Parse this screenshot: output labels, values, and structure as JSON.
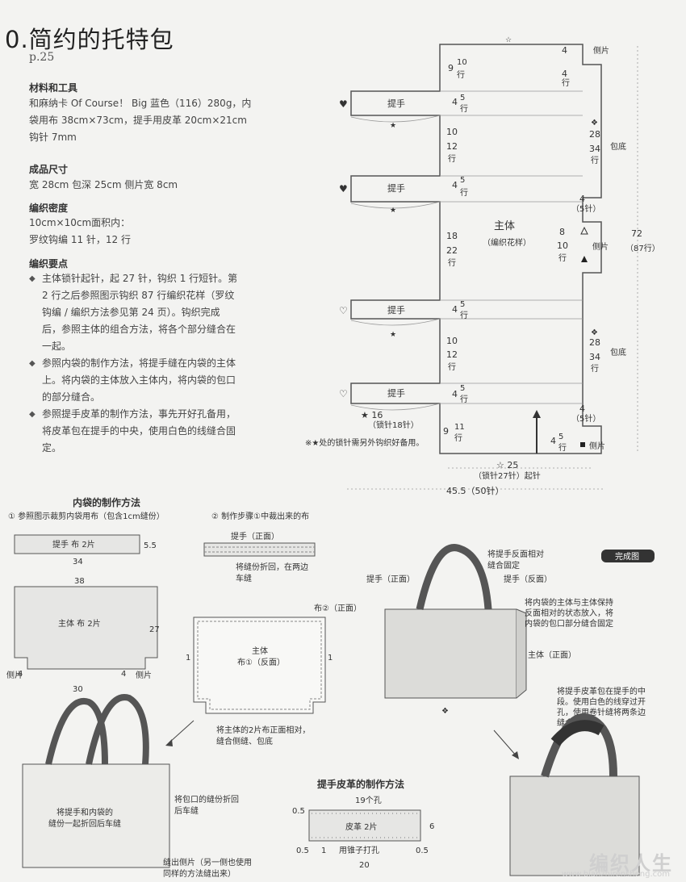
{
  "header": {
    "title": "0.简约的托特包",
    "page_ref": "p.25"
  },
  "materials": {
    "heading": "材料和工具",
    "lines": [
      "和麻纳卡 Of Course！ Big 蓝色（116）280g，内",
      "袋用布 38cm×73cm，提手用皮革 20cm×21cm",
      "钩针 7mm"
    ]
  },
  "size": {
    "heading": "成品尺寸",
    "text": "宽 28cm  包深 25cm  侧片宽 8cm"
  },
  "gauge": {
    "heading": "编织密度",
    "lines": [
      "10cm×10cm面积内：",
      "罗纹钩编 11 针，12 行"
    ]
  },
  "notes": {
    "heading": "编织要点",
    "items": [
      "主体锁针起针，起 27 针，钩织 1 行短针。第 2 行之后参照图示钩织 87 行编织花样（罗纹钩编 / 编织方法参见第 24 页）。钩织完成后，参照主体的组合方法，将各个部分缝合在一起。",
      "参照内袋的制作方法，将提手缝在内袋的主体上。将内袋的主体放入主体内，将内袋的包口的部分缝合。",
      "参照提手皮革的制作方法，事先开好孔备用，将皮革包在提手的中央，使用白色的线缝合固定。"
    ]
  },
  "diagram": {
    "handle_label": "提手",
    "main_label": "主体",
    "pattern_label": "（编织花样）",
    "bottom_label": "包底",
    "side_label": "侧片",
    "n9": "9",
    "n10": "10",
    "n4": "4",
    "n5": "5",
    "n12": "12",
    "n28": "28",
    "n34": "34",
    "n18": "18",
    "n22": "22",
    "n8": "8",
    "n11": "11",
    "row": "行",
    "stitch_16": "★ 16",
    "chain_18": "（锁针18针）",
    "stitch_25": "☆ 25",
    "chain_27": "（锁针27针）起针",
    "total_72": "72",
    "total_87": "（87行）",
    "width_total": "45.5（50针）",
    "note": "※★处的锁针需另外钩织好备用。",
    "five_st": "（5针）"
  },
  "lining": {
    "heading": "内袋的制作方法",
    "step1": "① 参照图示裁剪内袋用布（包含1cm缝份）",
    "step2": "② 制作步骤①中裁出来的布",
    "handle_piece": "提手  布 2片",
    "w34": "34",
    "h55": "5.5",
    "w38": "38",
    "main_piece": "主体  布 2片",
    "h27": "27",
    "w30": "30",
    "n4": "4",
    "side": "侧片",
    "handle_front": "提手（正面）",
    "fold_note": [
      "将缝份折回，在两边",
      "车缝"
    ],
    "cloth_front": "布②（正面）",
    "main_cloth": "主体",
    "cloth_back": "布①（反面）",
    "n1": "1",
    "sew_note": [
      "将主体的2片布正面相对，",
      "缝合侧缝、包底"
    ],
    "handle_sew": [
      "将提手和内袋的",
      "缝份一起折回后车缝"
    ],
    "mouth_fold": [
      "将包口的缝份折回",
      "后车缝"
    ],
    "side_sew": [
      "缝出侧片（另一侧也使用",
      "同样的方法缝出来）"
    ]
  },
  "finished": {
    "badge": "完成图",
    "handle_note": [
      "将提手反面相对",
      "缝合固定"
    ],
    "handle_front": "提手（正面）",
    "handle_back": "提手（反面）",
    "lining_note": [
      "将内袋的主体与主体保持",
      "反面相对的状态放入，将",
      "内袋的包口部分缝合固定"
    ],
    "main_front": "主体（正面）",
    "leather_note": [
      "将提手皮革包在提手的中",
      "段。使用白色的线穿过开",
      "孔，使用卷针缝将两条边",
      "缝合"
    ]
  },
  "leather": {
    "heading": "提手皮革的制作方法",
    "holes": "19个孔",
    "piece": "皮革 2片",
    "h6": "6",
    "h05": "0.5",
    "n1": "1",
    "punch": "用锥子打孔",
    "w20": "20"
  },
  "watermark": {
    "text": "编织人生",
    "url": "www.bianzhirensheng.com"
  }
}
